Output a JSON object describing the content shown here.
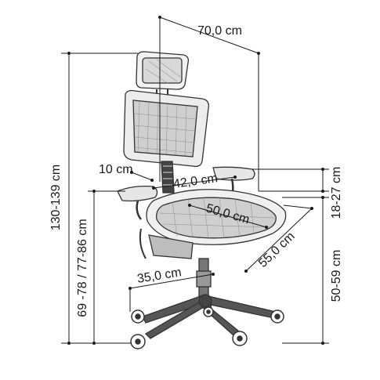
{
  "diagram": {
    "dimensions": {
      "depth_top": "70,0 cm",
      "height_total": "130-139 cm",
      "armrest_height": "69 -78 / 77-86 cm",
      "armrest_width": "10 cm",
      "seat_width": "42,0 cm",
      "seat_depth": "50,0 cm",
      "chair_depth": "55,0 cm",
      "base_radius": "35,0 cm",
      "armrest_to_seat": "18-27 cm",
      "seat_height": "50-59 cm"
    }
  }
}
